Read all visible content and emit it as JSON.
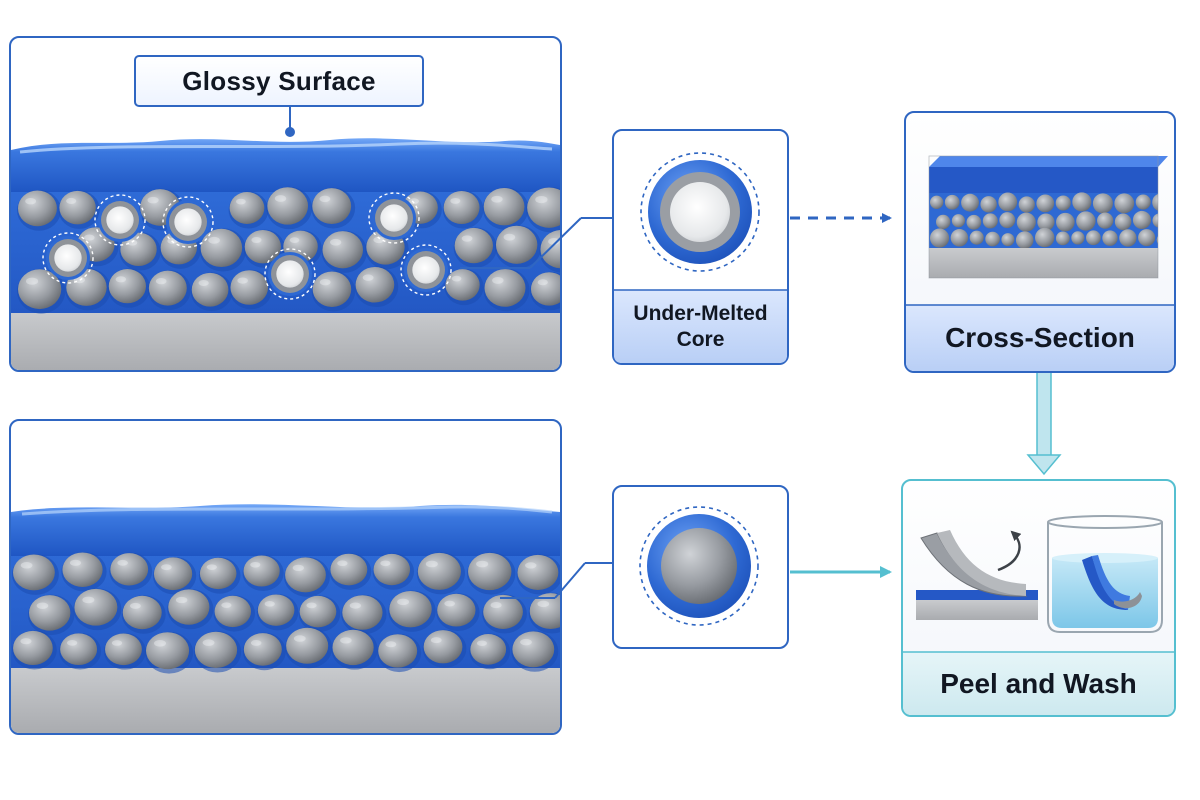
{
  "labels": {
    "glossy_surface": "Glossy Surface",
    "under_melted_core": "Under-Melted Core",
    "cross_section": "Cross-Section",
    "peel_and_wash": "Peel and Wash"
  },
  "colors": {
    "frame_blue": "#2f66c2",
    "resin_blue": "#2c66d0",
    "resin_light": "#5d95ee",
    "teal": "#55bfd0",
    "particle_gray": "#8b8f95",
    "substrate_gray": "#b8babd",
    "label_fill_blue": "#d3e1fb",
    "label_fill_teal": "#dff2f6"
  },
  "icons": {
    "curved_arrow": "curved-arrow-icon",
    "down_arrow": "down-arrow-icon",
    "right_arrow": "arrow-right-icon"
  }
}
